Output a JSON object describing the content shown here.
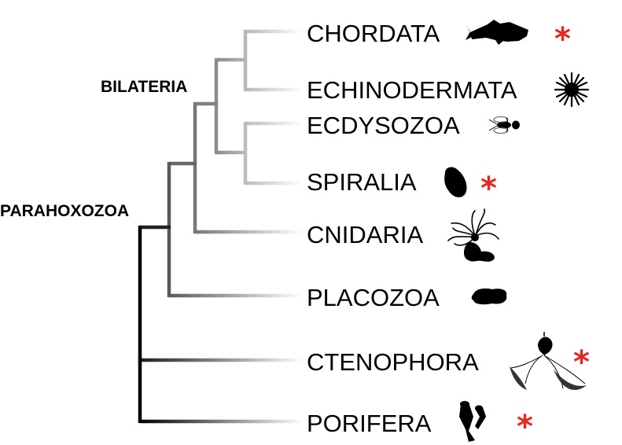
{
  "clades": {
    "bilateria": "BILATERIA",
    "parahoxozoa": "PARAHOXOZOA"
  },
  "taxa": [
    {
      "name": "CHORDATA",
      "icon": "fish-icon",
      "marked": true
    },
    {
      "name": "ECHINODERMATA",
      "icon": "sea-urchin-icon",
      "marked": false
    },
    {
      "name": "ECDYSOZOA",
      "icon": "fly-icon",
      "marked": false
    },
    {
      "name": "SPIRALIA",
      "icon": "snail-icon",
      "marked": true
    },
    {
      "name": "CNIDARIA",
      "icon": "sea-anemone-icon",
      "marked": true
    },
    {
      "name": "PLACOZOA",
      "icon": "placozoan-icon",
      "marked": false
    },
    {
      "name": "CTENOPHORA",
      "icon": "comb-jelly-icon",
      "marked": true
    },
    {
      "name": "PORIFERA",
      "icon": "sponge-icon",
      "marked": true
    }
  ],
  "marker": {
    "symbol": "*",
    "color": "#e8251f"
  }
}
